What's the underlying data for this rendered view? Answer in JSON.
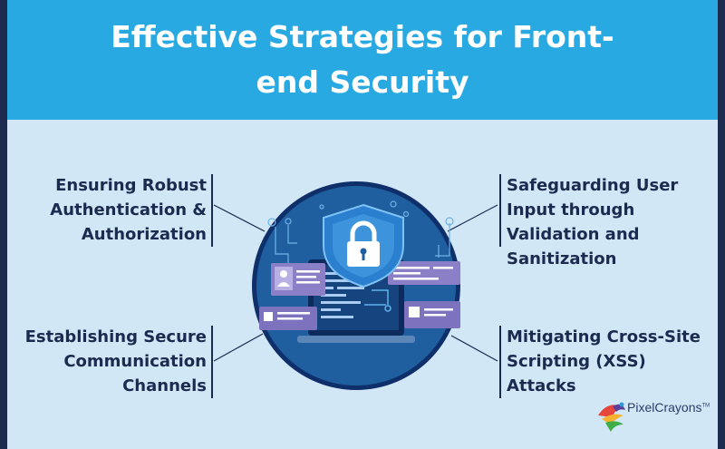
{
  "header": {
    "title": "Effective Strategies for Front-end Security"
  },
  "strategies": {
    "top_left": "Ensuring Robust Authentication & Authorization",
    "top_right": "Safeguarding User Input through Validation and Sanitization",
    "bottom_left": "Establishing Secure Communication Channels",
    "bottom_right": "Mitigating Cross-Site Scripting (XSS) Attacks"
  },
  "brand": {
    "name": "PixelCrayons",
    "trademark": "TM"
  },
  "colors": {
    "banner": "#29a9e1",
    "background": "#d2e7f6",
    "circle": "#1f5fa0",
    "text": "#1b2a4f"
  }
}
